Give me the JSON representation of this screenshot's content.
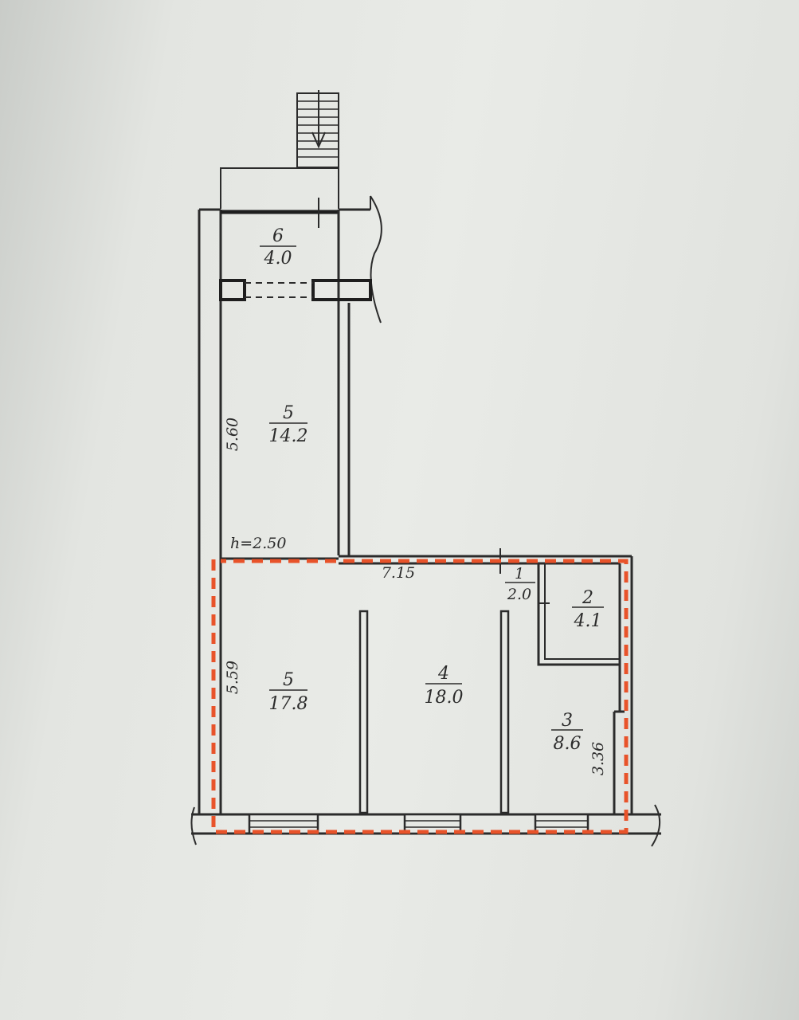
{
  "rooms": [
    {
      "number": "6",
      "area": "4.0"
    },
    {
      "number": "5",
      "area": "14.2"
    },
    {
      "number": "5",
      "area": "17.8"
    },
    {
      "number": "4",
      "area": "18.0"
    },
    {
      "number": "1",
      "area": "2.0"
    },
    {
      "number": "2",
      "area": "4.1"
    },
    {
      "number": "3",
      "area": "8.6"
    }
  ],
  "dimensions": {
    "upper_height": "5.60",
    "lower_height": "5.59",
    "ceiling": "h=2.50",
    "width": "7.15",
    "room3_depth": "3.36"
  },
  "colors": {
    "boundary": "#e8532a",
    "ink": "#2b2b2b"
  },
  "icons": {
    "stair": "stair-down-arrow-icon"
  }
}
